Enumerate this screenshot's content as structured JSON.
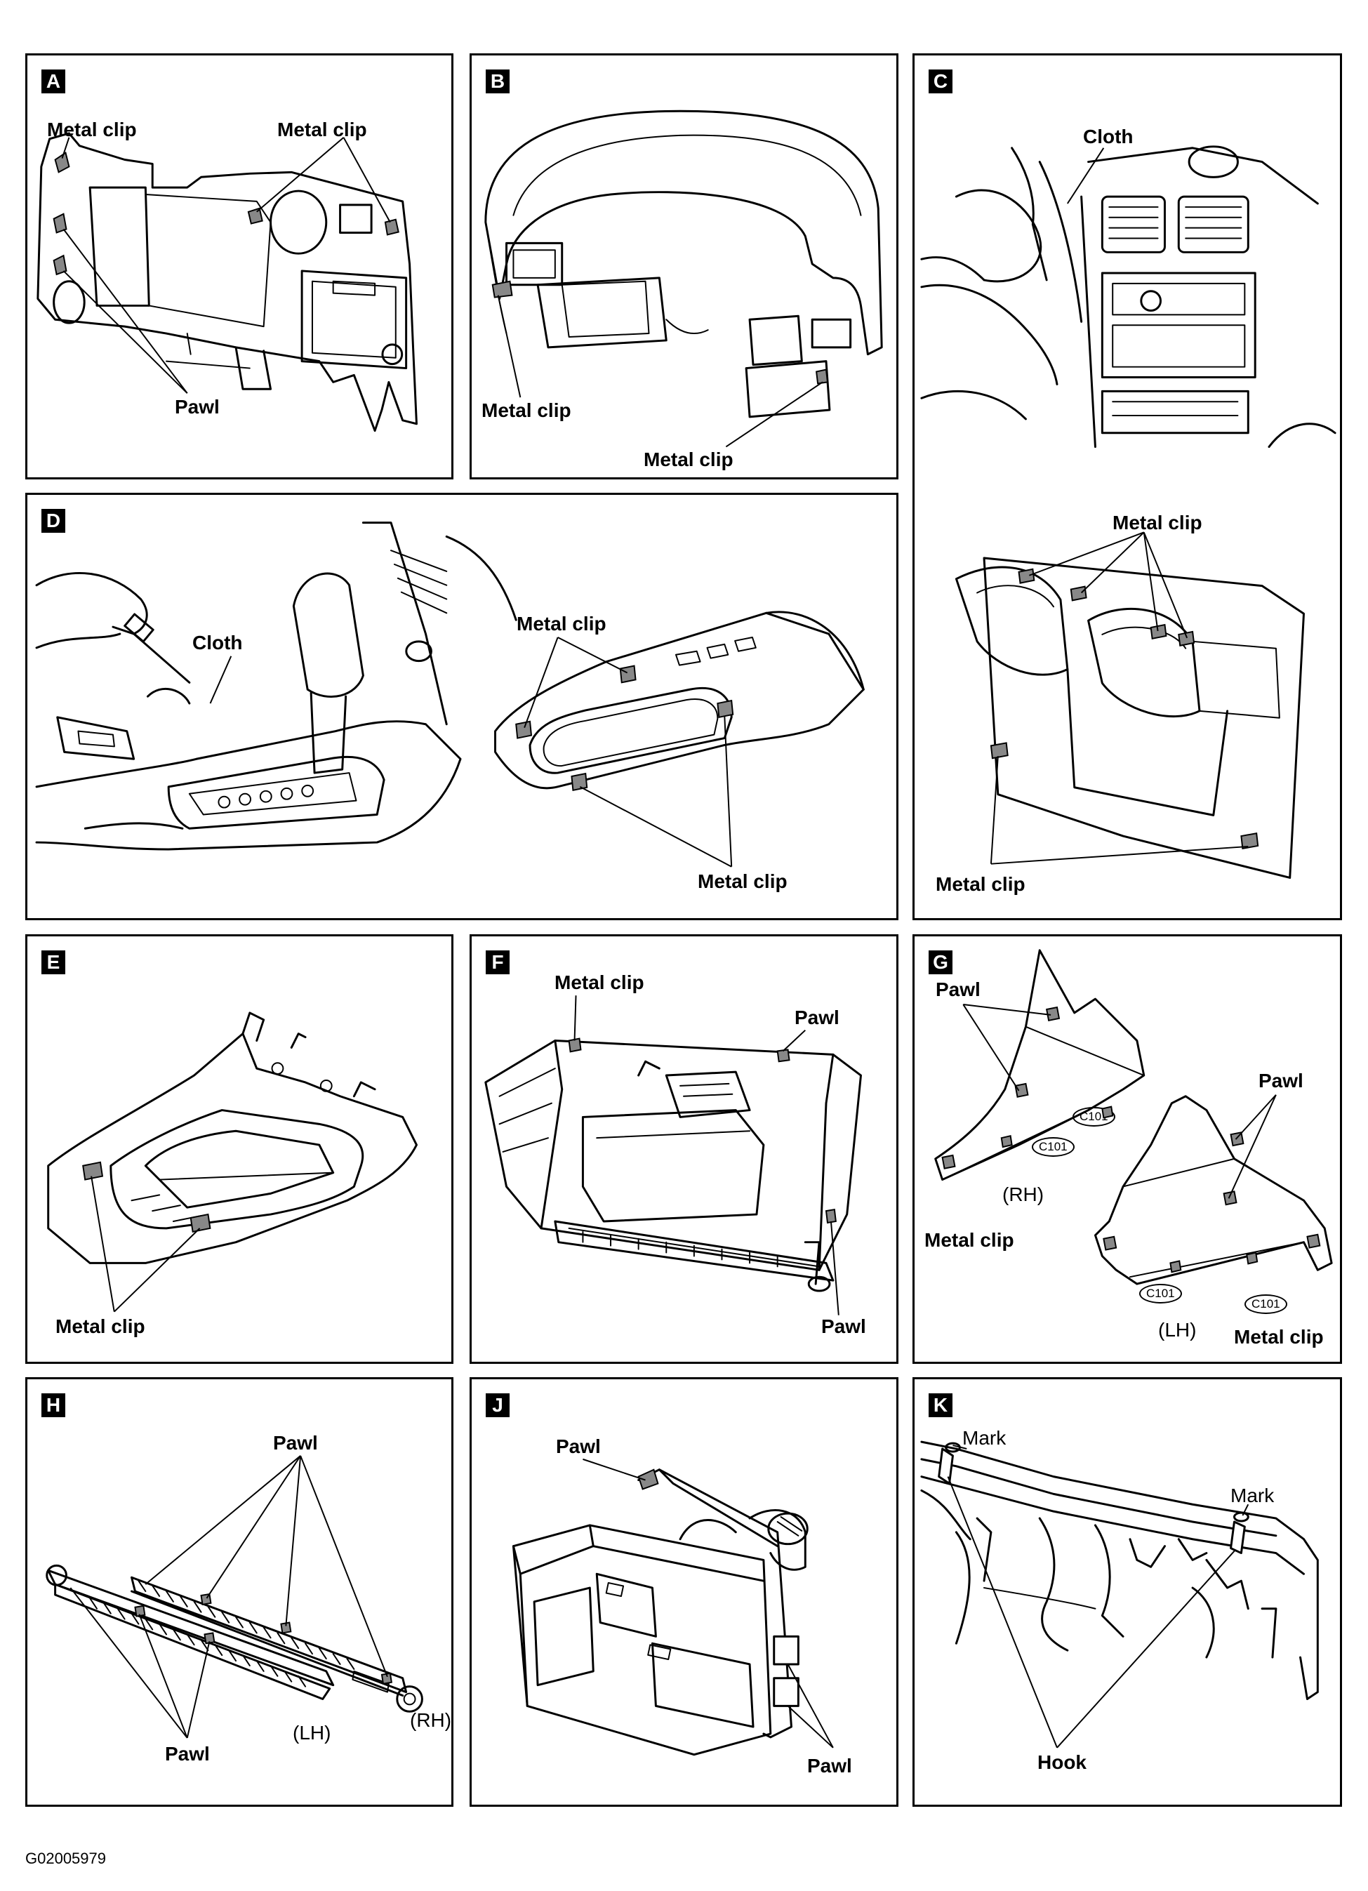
{
  "figure_id": "G02005979",
  "panels": {
    "A": {
      "badge": "A",
      "labels": [
        "Metal clip",
        "Metal clip",
        "Pawl"
      ]
    },
    "B": {
      "badge": "B",
      "labels": [
        "Metal clip",
        "Metal clip"
      ]
    },
    "C": {
      "badge": "C",
      "labels": [
        "Cloth",
        "Metal clip",
        "Metal clip"
      ]
    },
    "D": {
      "badge": "D",
      "labels": [
        "Cloth",
        "Metal clip",
        "Metal clip"
      ]
    },
    "E": {
      "badge": "E",
      "labels": [
        "Metal clip"
      ]
    },
    "F": {
      "badge": "F",
      "labels": [
        "Metal clip",
        "Pawl",
        "Pawl"
      ]
    },
    "G": {
      "badge": "G",
      "labels": [
        "Pawl",
        "(RH)",
        "Metal clip",
        "Pawl",
        "(LH)",
        "Metal clip"
      ],
      "codes": [
        "C101",
        "C101",
        "C101",
        "C101"
      ]
    },
    "H": {
      "badge": "H",
      "labels": [
        "Pawl",
        "Pawl",
        "(LH)",
        "(RH)"
      ]
    },
    "J": {
      "badge": "J",
      "labels": [
        "Pawl",
        "Pawl"
      ]
    },
    "K": {
      "badge": "K",
      "labels": [
        "Mark",
        "Mark",
        "Hook"
      ]
    }
  }
}
